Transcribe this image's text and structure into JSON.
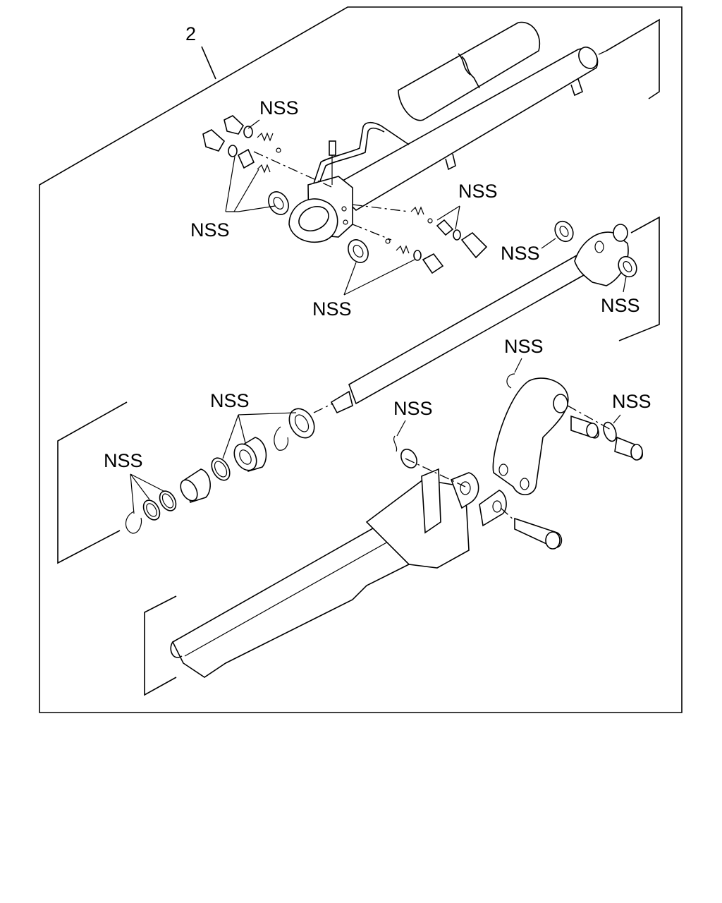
{
  "figure": {
    "assembly_number": "2",
    "callouts": [
      {
        "id": "nss-valve-top",
        "text": "NSS"
      },
      {
        "id": "nss-valve-left",
        "text": "NSS"
      },
      {
        "id": "nss-valve-right",
        "text": "NSS"
      },
      {
        "id": "nss-valve-bottom",
        "text": "NSS"
      },
      {
        "id": "nss-ujoint-left",
        "text": "NSS"
      },
      {
        "id": "nss-ujoint-right",
        "text": "NSS"
      },
      {
        "id": "nss-piston",
        "text": "NSS"
      },
      {
        "id": "nss-rings",
        "text": "NSS"
      },
      {
        "id": "nss-link-top",
        "text": "NSS"
      },
      {
        "id": "nss-pin-clip",
        "text": "NSS"
      },
      {
        "id": "nss-bushing",
        "text": "NSS"
      }
    ]
  }
}
